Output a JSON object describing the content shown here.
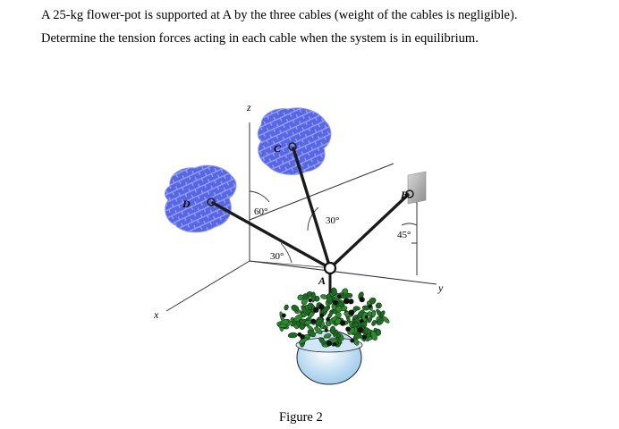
{
  "problem": {
    "line1": "A 25-kg flower-pot is supported at A by the three cables (weight of the cables is negligible).",
    "line2": "Determine the tension forces acting in each cable when the system is in equilibrium."
  },
  "figure": {
    "caption": "Figure 2",
    "axes": {
      "z": "z",
      "y": "y",
      "x": "x"
    },
    "points": {
      "A": "A",
      "B": "B",
      "C": "C",
      "D": "D"
    },
    "angles": {
      "d_cable": "60°",
      "c_cable": "30°",
      "ad_base": "30°",
      "b_cable": "45°"
    },
    "colors": {
      "wall": "#5a66e6",
      "cable": "#1a1a1a",
      "foliage": "#2f8a2f",
      "pot": "#a9d3ee"
    }
  }
}
